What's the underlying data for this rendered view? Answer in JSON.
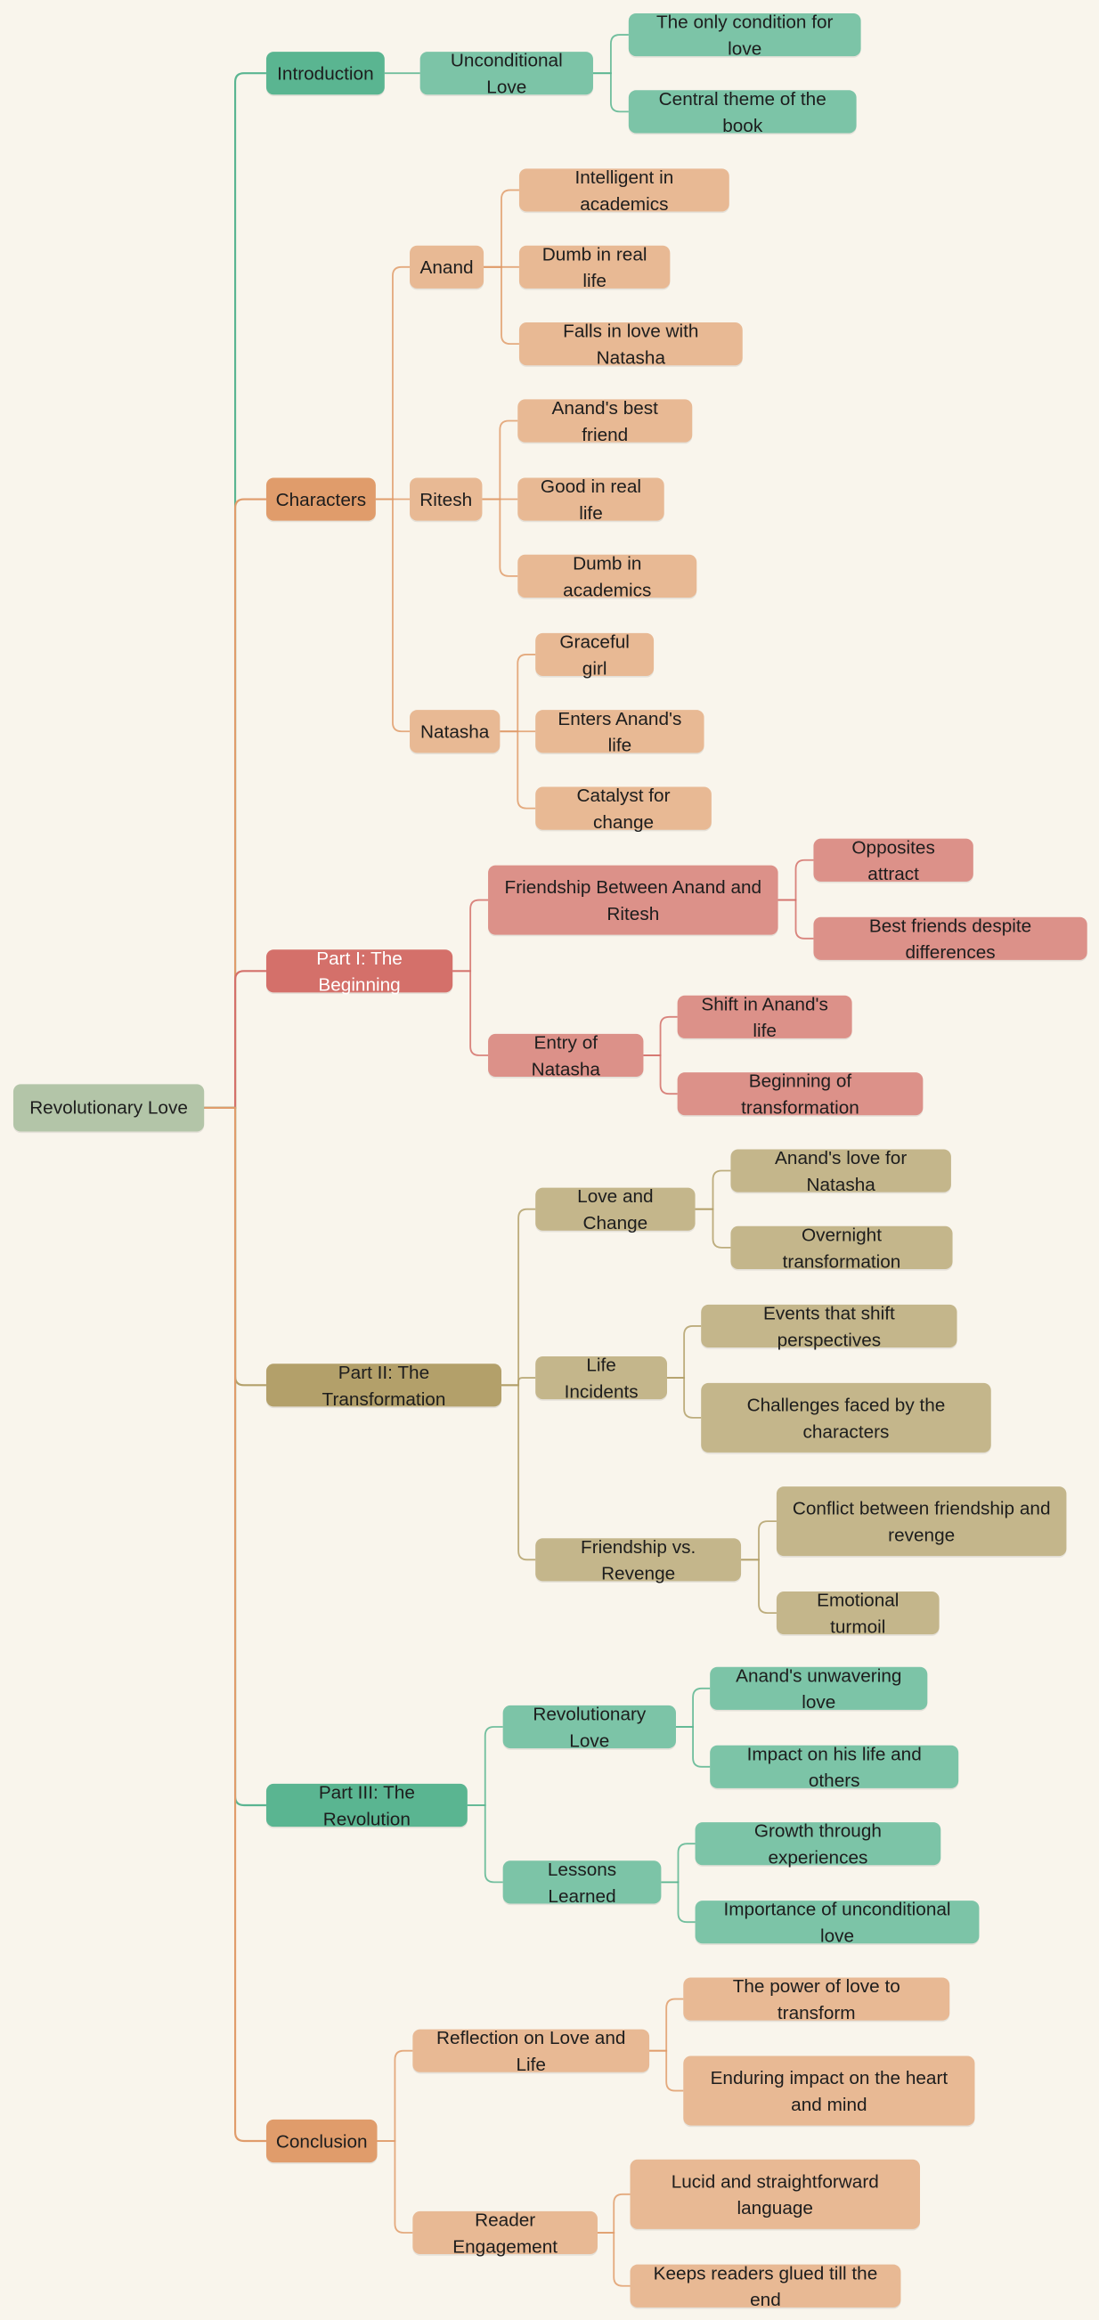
{
  "colors": {
    "background": "#f9f5ec",
    "root": "#b3c5a8",
    "branches": [
      {
        "edge": "#5ab591",
        "l1": "#5ab591",
        "l2": "#7cc4a7",
        "l3": "#7cc4a7",
        "l1_text": "#1d1d1d"
      },
      {
        "edge": "#e09c6b",
        "l1": "#e09c6b",
        "l2": "#e8b994",
        "l3": "#e8b994",
        "l1_text": "#1d1d1d"
      },
      {
        "edge": "#d4706a",
        "l1": "#d4706a",
        "l2": "#dc9189",
        "l3": "#dc9189",
        "l1_text": "#ffffff"
      },
      {
        "edge": "#b3a06a",
        "l1": "#b3a06a",
        "l2": "#c4b68b",
        "l3": "#c4b68b",
        "l1_text": "#1d1d1d"
      },
      {
        "edge": "#5ab591",
        "l1": "#5ab591",
        "l2": "#7cc4a7",
        "l3": "#7cc4a7",
        "l1_text": "#1d1d1d"
      },
      {
        "edge": "#e09c6b",
        "l1": "#e09c6b",
        "l2": "#e8b994",
        "l3": "#e8b994",
        "l1_text": "#1d1d1d"
      }
    ]
  },
  "tree": {
    "label": "Revolutionary Love",
    "children": [
      {
        "label": "Introduction",
        "children": [
          {
            "label": "Unconditional Love",
            "children": [
              {
                "label": "The only condition for love"
              },
              {
                "label": "Central theme of the book"
              }
            ]
          }
        ]
      },
      {
        "label": "Characters",
        "children": [
          {
            "label": "Anand",
            "children": [
              {
                "label": "Intelligent in academics"
              },
              {
                "label": "Dumb in real life"
              },
              {
                "label": "Falls in love with Natasha"
              }
            ]
          },
          {
            "label": "Ritesh",
            "children": [
              {
                "label": "Anand's best friend"
              },
              {
                "label": "Good in real life"
              },
              {
                "label": "Dumb in academics"
              }
            ]
          },
          {
            "label": "Natasha",
            "children": [
              {
                "label": "Graceful girl"
              },
              {
                "label": "Enters Anand's life"
              },
              {
                "label": "Catalyst for change"
              }
            ]
          }
        ]
      },
      {
        "label": "Part I: The Beginning",
        "children": [
          {
            "label": "Friendship Between Anand and Ritesh",
            "children": [
              {
                "label": "Opposites attract"
              },
              {
                "label": "Best friends despite differences"
              }
            ]
          },
          {
            "label": "Entry of Natasha",
            "children": [
              {
                "label": "Shift in Anand's life"
              },
              {
                "label": "Beginning of transformation"
              }
            ]
          }
        ]
      },
      {
        "label": "Part II: The Transformation",
        "children": [
          {
            "label": "Love and Change",
            "children": [
              {
                "label": "Anand's love for Natasha"
              },
              {
                "label": "Overnight transformation"
              }
            ]
          },
          {
            "label": "Life Incidents",
            "children": [
              {
                "label": "Events that shift perspectives"
              },
              {
                "label": "Challenges faced by the characters"
              }
            ]
          },
          {
            "label": "Friendship vs. Revenge",
            "children": [
              {
                "label": "Conflict between friendship and revenge"
              },
              {
                "label": "Emotional turmoil"
              }
            ]
          }
        ]
      },
      {
        "label": "Part III: The Revolution",
        "children": [
          {
            "label": "Revolutionary Love",
            "children": [
              {
                "label": "Anand's unwavering love"
              },
              {
                "label": "Impact on his life and others"
              }
            ]
          },
          {
            "label": "Lessons Learned",
            "children": [
              {
                "label": "Growth through experiences"
              },
              {
                "label": "Importance of unconditional love"
              }
            ]
          }
        ]
      },
      {
        "label": "Conclusion",
        "children": [
          {
            "label": "Reflection on Love and Life",
            "children": [
              {
                "label": "The power of love to transform"
              },
              {
                "label": "Enduring impact on the heart and mind"
              }
            ]
          },
          {
            "label": "Reader Engagement",
            "children": [
              {
                "label": "Lucid and straightforward language"
              },
              {
                "label": "Keeps readers glued till the end"
              }
            ]
          }
        ]
      }
    ]
  }
}
